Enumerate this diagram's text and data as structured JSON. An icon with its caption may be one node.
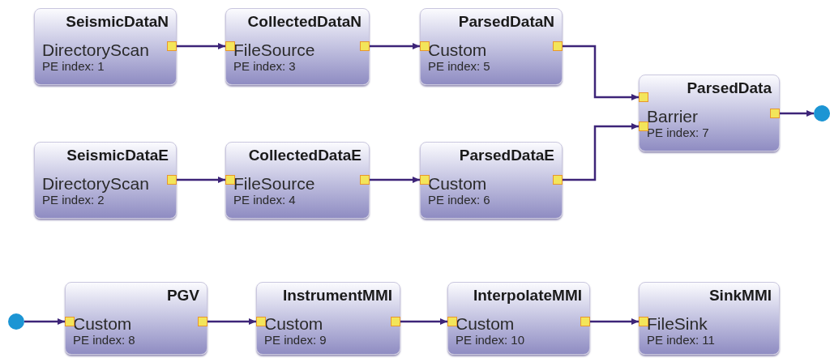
{
  "diagram": {
    "nodes": [
      {
        "text": [
          "SeismicDataN",
          "DirectoryScan",
          "PE index: 1"
        ]
      },
      {
        "text": [
          "CollectedDataN",
          "FileSource",
          "PE index: 3"
        ]
      },
      {
        "text": [
          "ParsedDataN",
          "Custom",
          "PE index: 5"
        ]
      },
      {
        "text": [
          "ParsedData",
          "Barrier",
          "PE index: 7"
        ]
      },
      {
        "text": [],
        "shape": "circle"
      },
      {
        "text": [
          "SeismicDataE",
          "DirectoryScan",
          "PE index: 2"
        ]
      },
      {
        "text": [
          "CollectedDataE",
          "FileSource",
          "PE index: 4"
        ]
      },
      {
        "text": [
          "ParsedDataE",
          "Custom",
          "PE index: 6"
        ]
      },
      {
        "text": [],
        "shape": "circle"
      },
      {
        "text": [
          "PGV",
          "Custom",
          "PE index: 8"
        ]
      },
      {
        "text": [
          "InstrumentMMI",
          "Custom",
          "PE index: 9"
        ]
      },
      {
        "text": [
          "InterpolateMMI",
          "Custom",
          "PE index: 10"
        ]
      },
      {
        "text": [
          "SinkMMI",
          "FileSink",
          "PE index: 11"
        ]
      }
    ],
    "edges": [
      {
        "from": 0,
        "to": 1,
        "arrow": "to"
      },
      {
        "from": 1,
        "to": 2,
        "arrow": "to"
      },
      {
        "from": 2,
        "to": 3,
        "arrow": "to"
      },
      {
        "from": 5,
        "to": 6,
        "arrow": "to"
      },
      {
        "from": 6,
        "to": 7,
        "arrow": "to"
      },
      {
        "from": 7,
        "to": 3,
        "arrow": "to"
      },
      {
        "from": 3,
        "to": 4,
        "arrow": "to"
      },
      {
        "from": 8,
        "to": 9,
        "arrow": "to"
      },
      {
        "from": 9,
        "to": 10,
        "arrow": "to"
      },
      {
        "from": 10,
        "to": 11,
        "arrow": "to"
      },
      {
        "from": 11,
        "to": 12,
        "arrow": "to"
      }
    ]
  }
}
